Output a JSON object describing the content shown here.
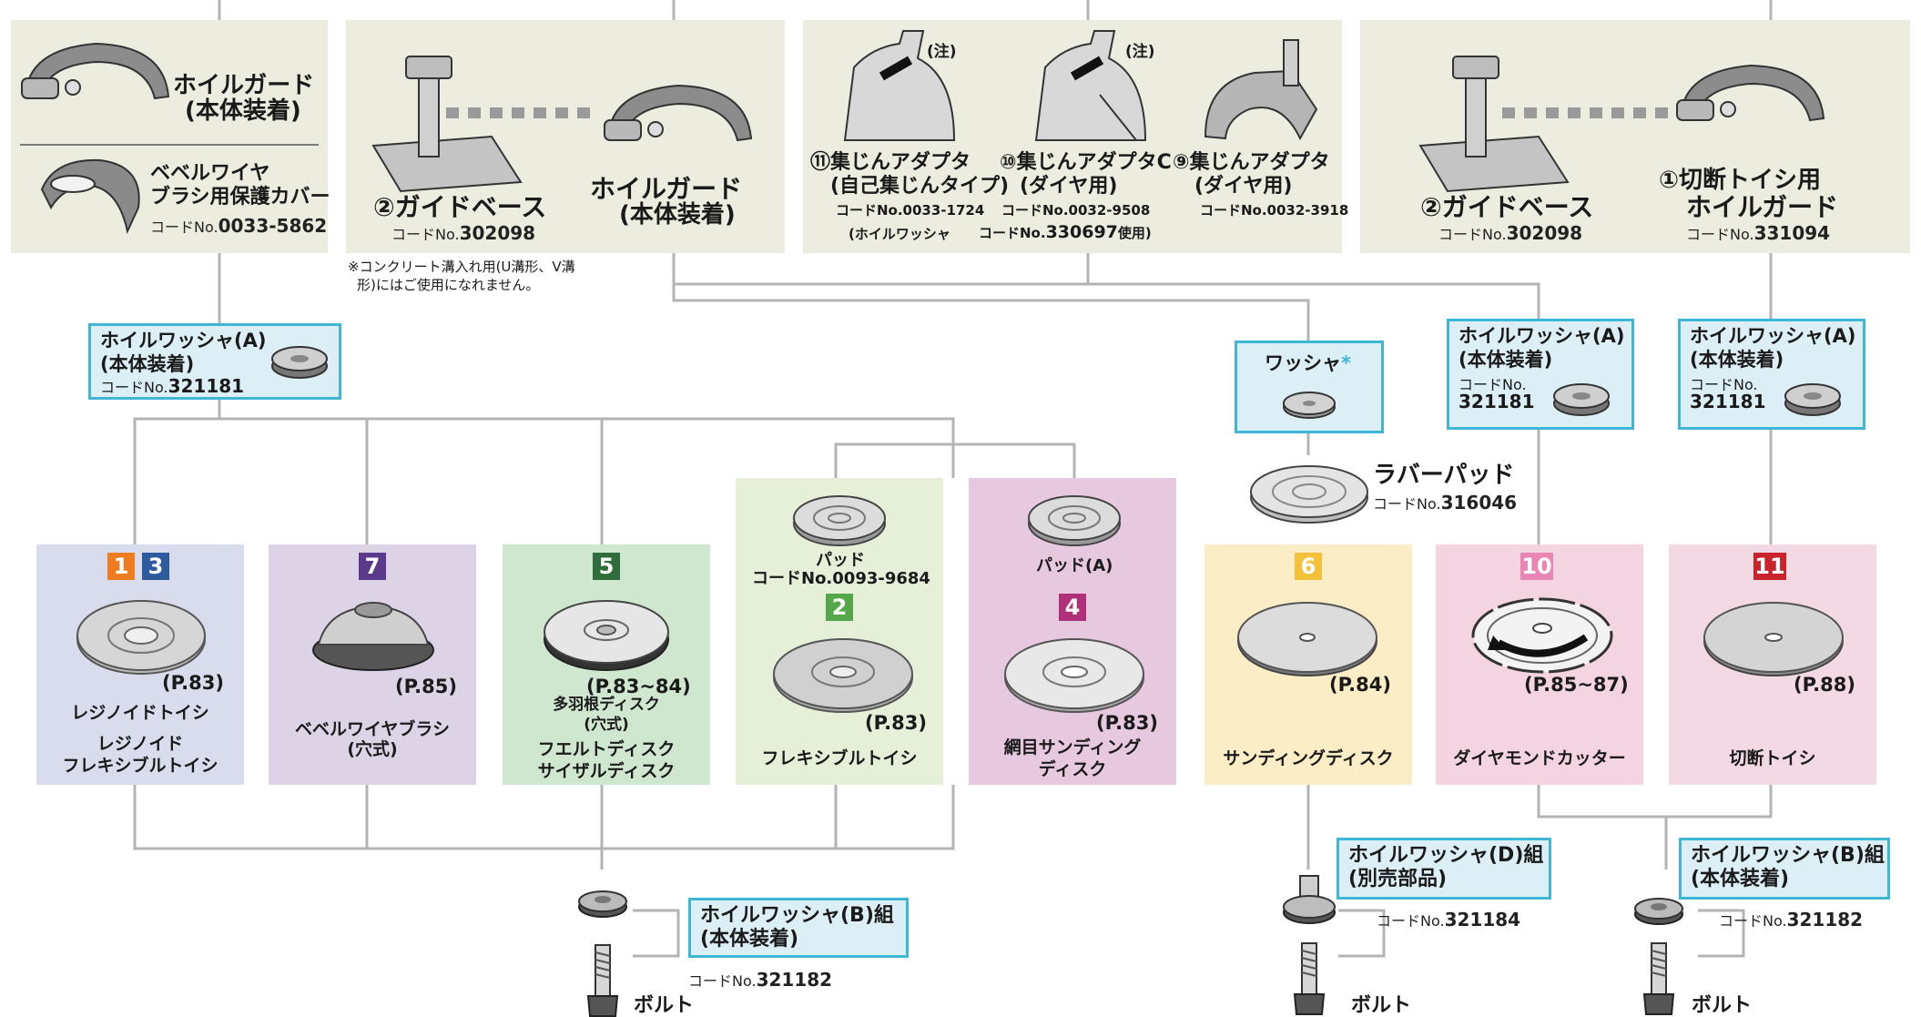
{
  "colors": {
    "panel_top": "#eceddf",
    "connector": "#b4b4b4",
    "washer_box_bg": "#dceff7",
    "washer_box_border": "#3fb6d3",
    "card_resinoid": "#d9dcec",
    "card_bevel": "#ddd3e6",
    "card_multi": "#cfe6cf",
    "card_flexible": "#e6f0d9",
    "card_sanding_net": "#e7c9df",
    "card_sanding": "#fbedc5",
    "card_diamond": "#f4d4e0",
    "card_cutoff": "#f2d9e3",
    "badge_orange": "#ee7d22",
    "badge_blue": "#2e5a9e",
    "badge_purple": "#5b3a8c",
    "badge_green": "#2f6d3c",
    "badge_green_light": "#54a849",
    "badge_magenta": "#b0307a",
    "badge_yellow": "#f4c23a",
    "badge_pink": "#ea86b5",
    "badge_red": "#c9232c"
  },
  "top": {
    "p1": {
      "guard_label": "ホイルガード",
      "guard_sub": "(本体装着)",
      "cover_label_1": "ベベルワイヤ",
      "cover_label_2": "ブラシ用保護カバー",
      "cover_code_prefix": "コードNo.",
      "cover_code": "0033-5862"
    },
    "p2": {
      "base_label": "②ガイドベース",
      "base_code_prefix": "コードNo.",
      "base_code": "302098",
      "guard_label": "ホイルガード",
      "guard_sub": "(本体装着)",
      "note_1": "※コンクリート溝入れ用(U溝形、V溝",
      "note_2": "形)にはご使用になれません。"
    },
    "p3": {
      "a11_label": "⑪集じんアダプタ",
      "a11_sub": "(自己集じんタイプ)",
      "a11_code": "コードNo.0033-1724",
      "a11_note": "(ホイルワッシャ",
      "a10_label": "⑩集じんアダプタC",
      "a10_sub": "(ダイヤ用)",
      "a10_code": "コードNo.0032-9508",
      "a10_note_prefix": "コードNo.",
      "a10_note_code": "330697",
      "a10_note_suffix": "使用)",
      "a9_label": "⑨集じんアダプタ",
      "a9_sub": "(ダイヤ用)",
      "a9_code": "コードNo.0032-3918",
      "note_mark": "(注)"
    },
    "p4": {
      "base_label": "②ガイドベース",
      "base_code_prefix": "コードNo.",
      "base_code": "302098",
      "guard_label_1": "①切断トイシ用",
      "guard_label_2": "ホイルガード",
      "guard_code_prefix": "コードNo.",
      "guard_code": "331094"
    }
  },
  "washers_top": {
    "w1": {
      "title": "ホイルワッシャ(A)",
      "sub": "(本体装着)",
      "code_prefix": "コードNo.",
      "code": "321181"
    },
    "w2": {
      "title": "ワッシャ",
      "mark": "*"
    },
    "w3": {
      "title": "ホイルワッシャ(A)",
      "sub": "(本体装着)",
      "code_prefix": "コードNo.",
      "code": "321181"
    },
    "w4": {
      "title": "ホイルワッシャ(A)",
      "sub": "(本体装着)",
      "code_prefix": "コードNo.",
      "code": "321181"
    }
  },
  "pads": {
    "pad_label": "パッド",
    "pad_code": "コードNo.0093-9684",
    "pad_a_label": "パッド(A)",
    "rubber_label": "ラバーパッド",
    "rubber_code_prefix": "コードNo.",
    "rubber_code": "316046"
  },
  "cards": [
    {
      "badges": [
        "1",
        "3"
      ],
      "page": "(P.83)",
      "name_1": "レジノイドトイシ",
      "name_2": "レジノイド",
      "name_3": "フレキシブルトイシ"
    },
    {
      "badges": [
        "7"
      ],
      "page": "(P.85)",
      "name_1": "ベベルワイヤブラシ",
      "name_2": "(穴式)"
    },
    {
      "badges": [
        "5"
      ],
      "page": "(P.83~84)",
      "name_1": "多羽根ディスク",
      "name_2": "(穴式)",
      "name_3": "フエルトディスク",
      "name_4": "サイザルディスク"
    },
    {
      "badges": [
        "2"
      ],
      "page": "(P.83)",
      "name_1": "フレキシブルトイシ"
    },
    {
      "badges": [
        "4"
      ],
      "page": "(P.83)",
      "name_1": "網目サンディング",
      "name_2": "ディスク"
    },
    {
      "badges": [
        "6"
      ],
      "page": "(P.84)",
      "name_1": "サンディングディスク"
    },
    {
      "badges": [
        "10"
      ],
      "page": "(P.85~87)",
      "name_1": "ダイヤモンドカッター"
    },
    {
      "badges": [
        "11"
      ],
      "page": "(P.88)",
      "name_1": "切断トイシ"
    }
  ],
  "bottom": {
    "b1": {
      "title_1": "ホイルワッシャ(B)組",
      "title_2": "(本体装着)",
      "code_prefix": "コードNo.",
      "code": "321182",
      "bolt": "ボルト"
    },
    "b2": {
      "title_1": "ホイルワッシャ(D)組",
      "title_2": "(別売部品)",
      "code_prefix": "コードNo.",
      "code": "321184",
      "bolt": "ボルト"
    },
    "b3": {
      "title_1": "ホイルワッシャ(B)組",
      "title_2": "(本体装着)",
      "code_prefix": "コードNo.",
      "code": "321182",
      "bolt": "ボルト"
    }
  }
}
